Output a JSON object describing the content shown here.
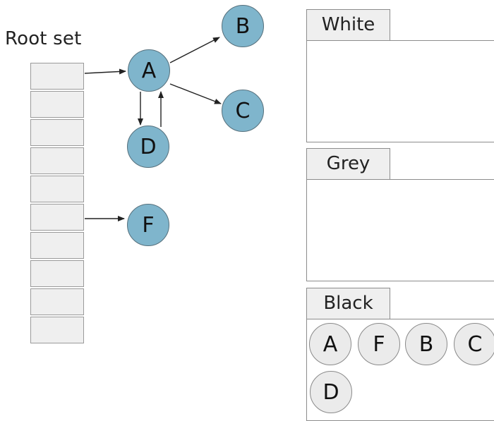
{
  "root_set": {
    "label": "Root set",
    "cell_count": 10
  },
  "graph": {
    "nodes": {
      "A": "A",
      "B": "B",
      "C": "C",
      "D": "D",
      "F": "F"
    },
    "node_color": "#7fb5cc",
    "edges": [
      [
        "root-0",
        "A"
      ],
      [
        "root-5",
        "F"
      ],
      [
        "A",
        "B"
      ],
      [
        "A",
        "C"
      ],
      [
        "A",
        "D"
      ],
      [
        "D",
        "A"
      ]
    ]
  },
  "sets": {
    "white": {
      "label": "White",
      "items": []
    },
    "grey": {
      "label": "Grey",
      "items": []
    },
    "black": {
      "label": "Black",
      "items": [
        "A",
        "F",
        "B",
        "C",
        "D"
      ]
    }
  }
}
